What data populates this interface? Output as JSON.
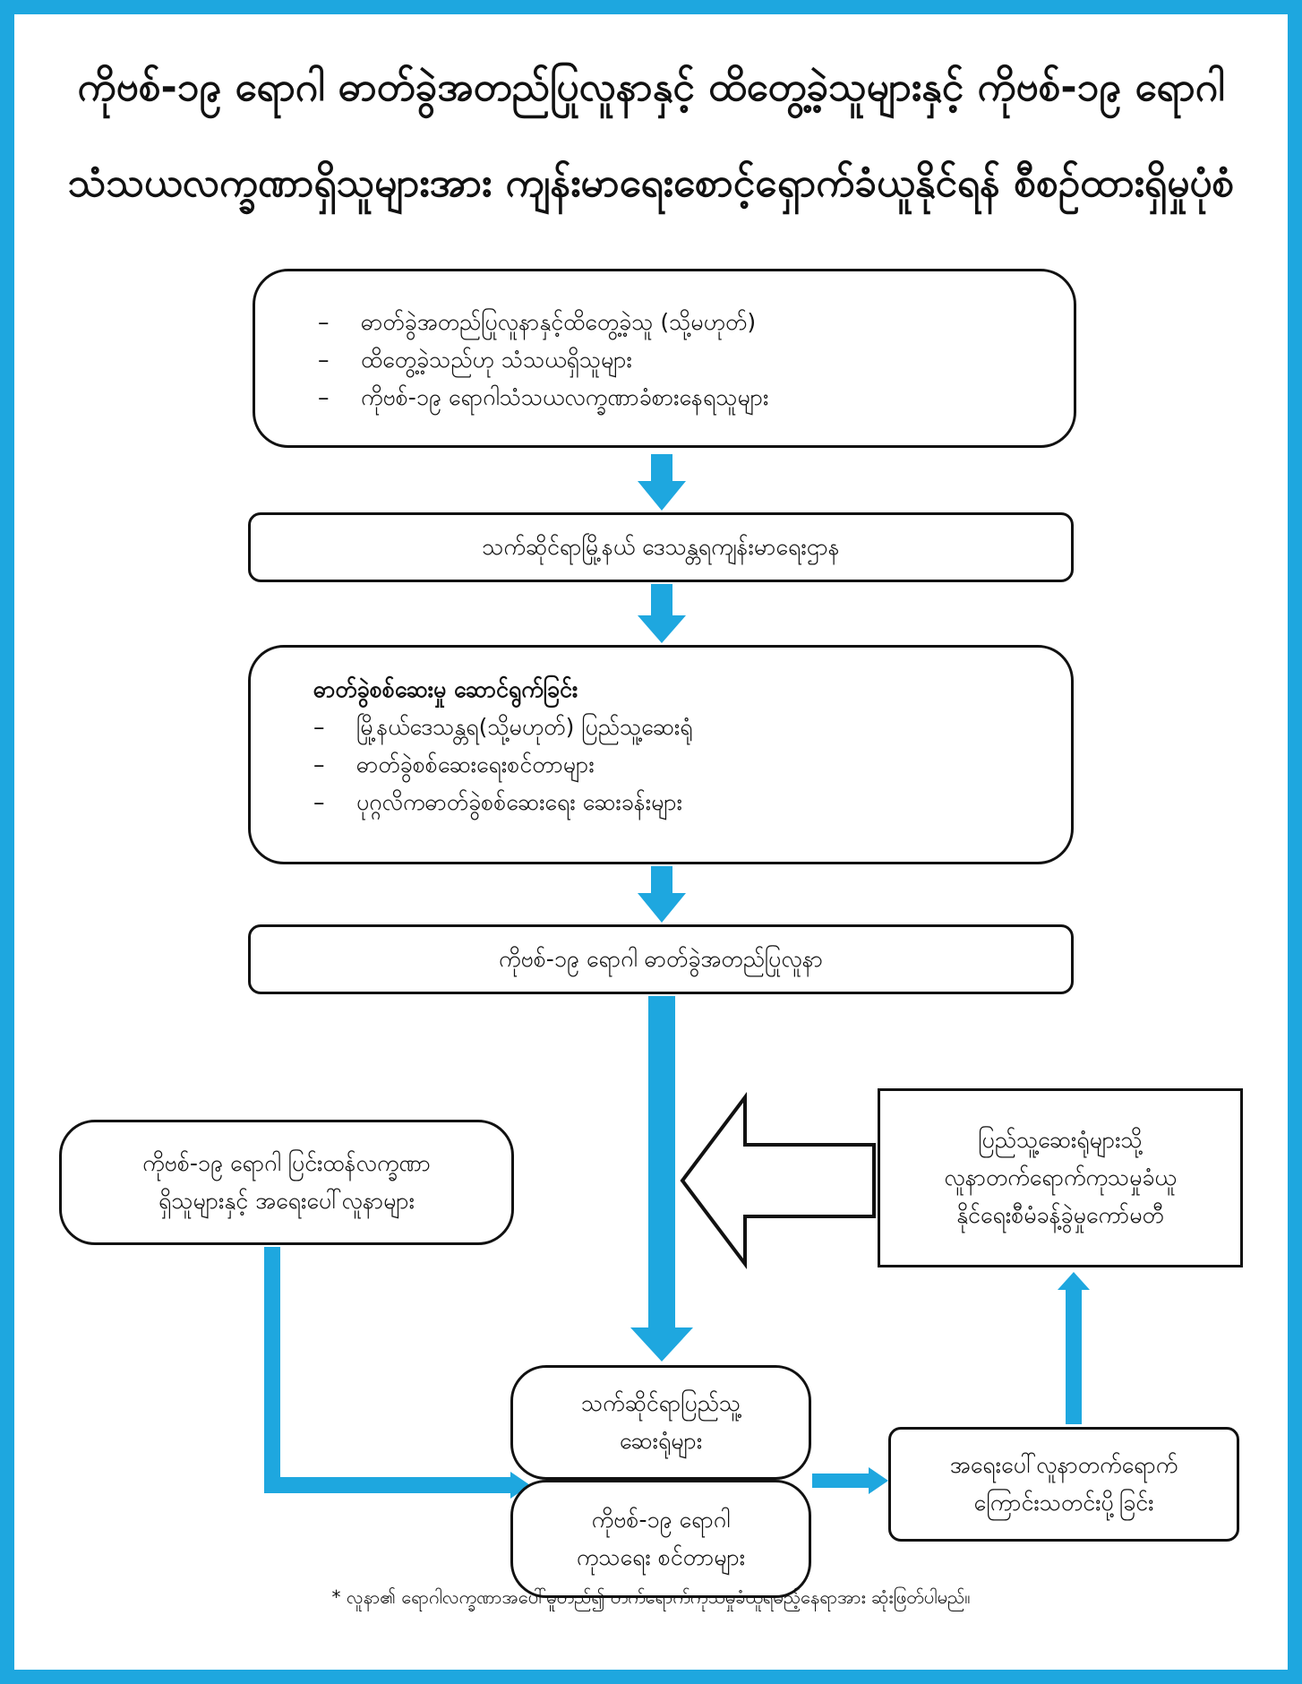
{
  "title": {
    "line1": "ကိုဗစ်-၁၉ ရောဂါ ဓာတ်ခွဲအတည်ပြုလူနာနှင့် ထိတွေ့ခဲ့သူများနှင့် ကိုဗစ်-၁၉ ရောဂါ",
    "line2": "သံသယလက္ခဏာရှိသူများအား ကျန်းမာရေးစောင့်ရှောက်ခံယူနိုင်ရန် စီစဉ်ထားရှိမှုပုံစံ"
  },
  "boxes": {
    "suspects": {
      "items": [
        "ဓာတ်ခွဲအတည်ပြုလူနာနှင့်ထိတွေ့ခဲ့သူ (သို့မဟုတ်)",
        "ထိတွေ့ခဲ့သည်ဟု သံသယရှိသူများ",
        "ကိုဗစ်-၁၉ ရောဂါသံသယလက္ခဏာခံစားနေရသူများ"
      ]
    },
    "health_dept": "သက်ဆိုင်ရာမြို့နယ် ဒေသန္တရကျန်းမာရေးဌာန",
    "lab_testing": {
      "heading": "ဓာတ်ခွဲစစ်ဆေးမှု ဆောင်ရွက်ခြင်း",
      "items": [
        "မြို့နယ်ဒေသန္တရ(သို့မဟုတ်) ပြည်သူ့ဆေးရုံ",
        "ဓာတ်ခွဲစစ်ဆေးရေးစင်တာများ",
        "ပုဂ္ဂလိကဓာတ်ခွဲစစ်ဆေးရေး ဆေးခန်းများ"
      ]
    },
    "confirmed": "ကိုဗစ်-၁၉ ရောဂါ ဓာတ်ခွဲအတည်ပြုလူနာ",
    "severe": {
      "line1": "ကိုဗစ်-၁၉ ရောဂါ ပြင်းထန်လက္ခဏာ",
      "line2": "ရှိသူများနှင့် အရေးပေါ်လူနာများ"
    },
    "committee": {
      "line1": "ပြည်သူ့ဆေးရုံများသို့",
      "line2": "လူနာတက်ရောက်ကုသမှုခံယူ",
      "line3": "နိုင်ရေးစီမံခန့်ခွဲမှုကော်မတီ"
    },
    "hospitals": {
      "line1": "သက်ဆိုင်ရာပြည်သူ့",
      "line2": "ဆေးရုံများ"
    },
    "treatment_centers": {
      "line1": "ကိုဗစ်-၁၉ ရောဂါ",
      "line2": "ကုသရေး စင်တာများ"
    },
    "emergency_notify": {
      "line1": "အရေးပေါ်လူနာတက်ရောက်",
      "line2": "ကြောင်းသတင်းပို့ခြင်း"
    }
  },
  "footnote": "* လူနာ၏ ရောဂါလက္ခဏာအပေါ်မူတည်၍ တက်ရောက်ကုသမှုခံယူရမည့်နေရာအား ဆုံးဖြတ်ပါမည်။",
  "colors": {
    "accent": "#1ea7df",
    "line": "#111111"
  }
}
